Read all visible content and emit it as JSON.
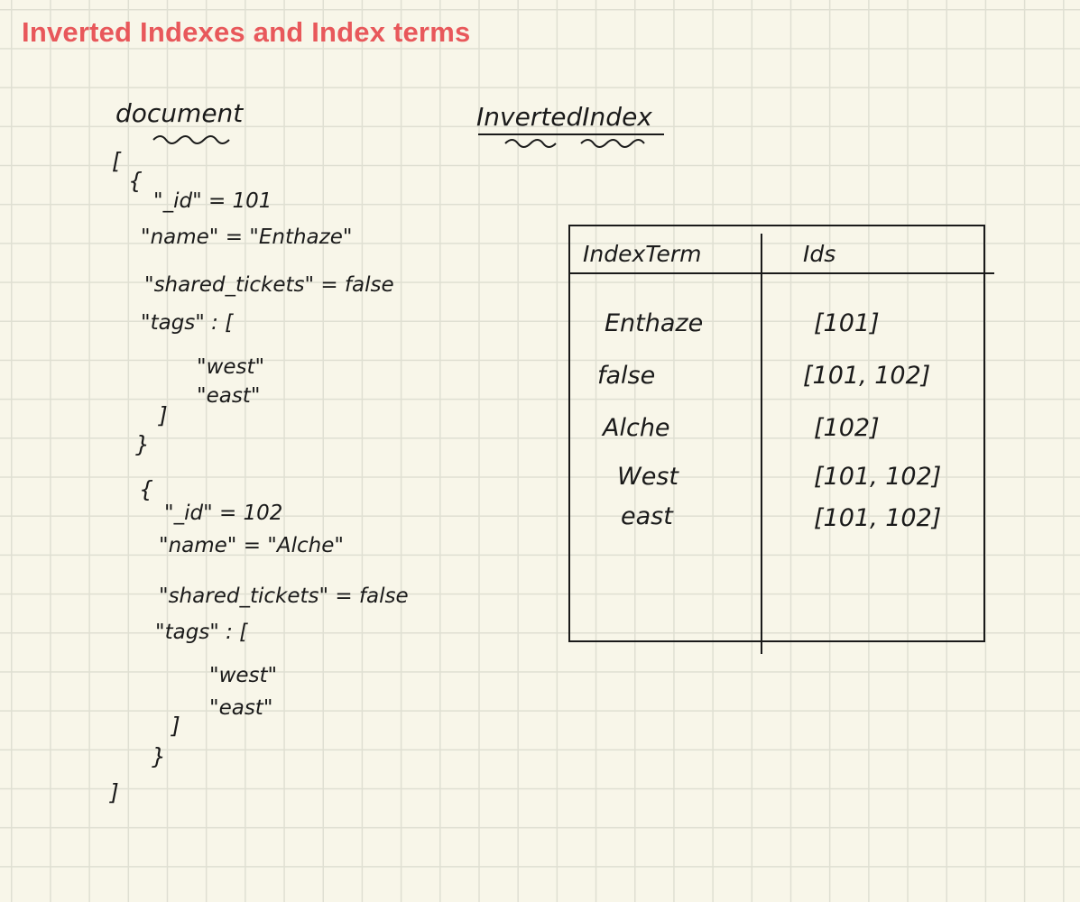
{
  "title": "Inverted Indexes and Index terms",
  "document": {
    "heading": "document",
    "open_array": "[",
    "close_array": "]",
    "records": [
      {
        "open": "{",
        "id_line": "\"_id\" = 101",
        "name_line": "\"name\" = \"Enthaze\"",
        "shared_line": "\"shared_tickets\" = false",
        "tags_line": "\"tags\" : [",
        "tag_1": "\"west\"",
        "tag_2": "\"east\"",
        "tags_close": "]",
        "close": "}"
      },
      {
        "open": "{",
        "id_line": "\"_id\" = 102",
        "name_line": "\"name\" = \"Alche\"",
        "shared_line": "\"shared_tickets\" = false",
        "tags_line": "\"tags\" : [",
        "tag_1": "\"west\"",
        "tag_2": "\"east\"",
        "tags_close": "]",
        "close": "}"
      }
    ]
  },
  "inverted_index": {
    "heading": "InvertedIndex",
    "columns": [
      "IndexTerm",
      "Ids"
    ],
    "rows": [
      {
        "term": "Enthaze",
        "ids": "[101]"
      },
      {
        "term": "false",
        "ids": "[101, 102]"
      },
      {
        "term": "Alche",
        "ids": "[102]"
      },
      {
        "term": "West",
        "ids": "[101, 102]"
      },
      {
        "term": "east",
        "ids": "[101, 102]"
      }
    ]
  }
}
